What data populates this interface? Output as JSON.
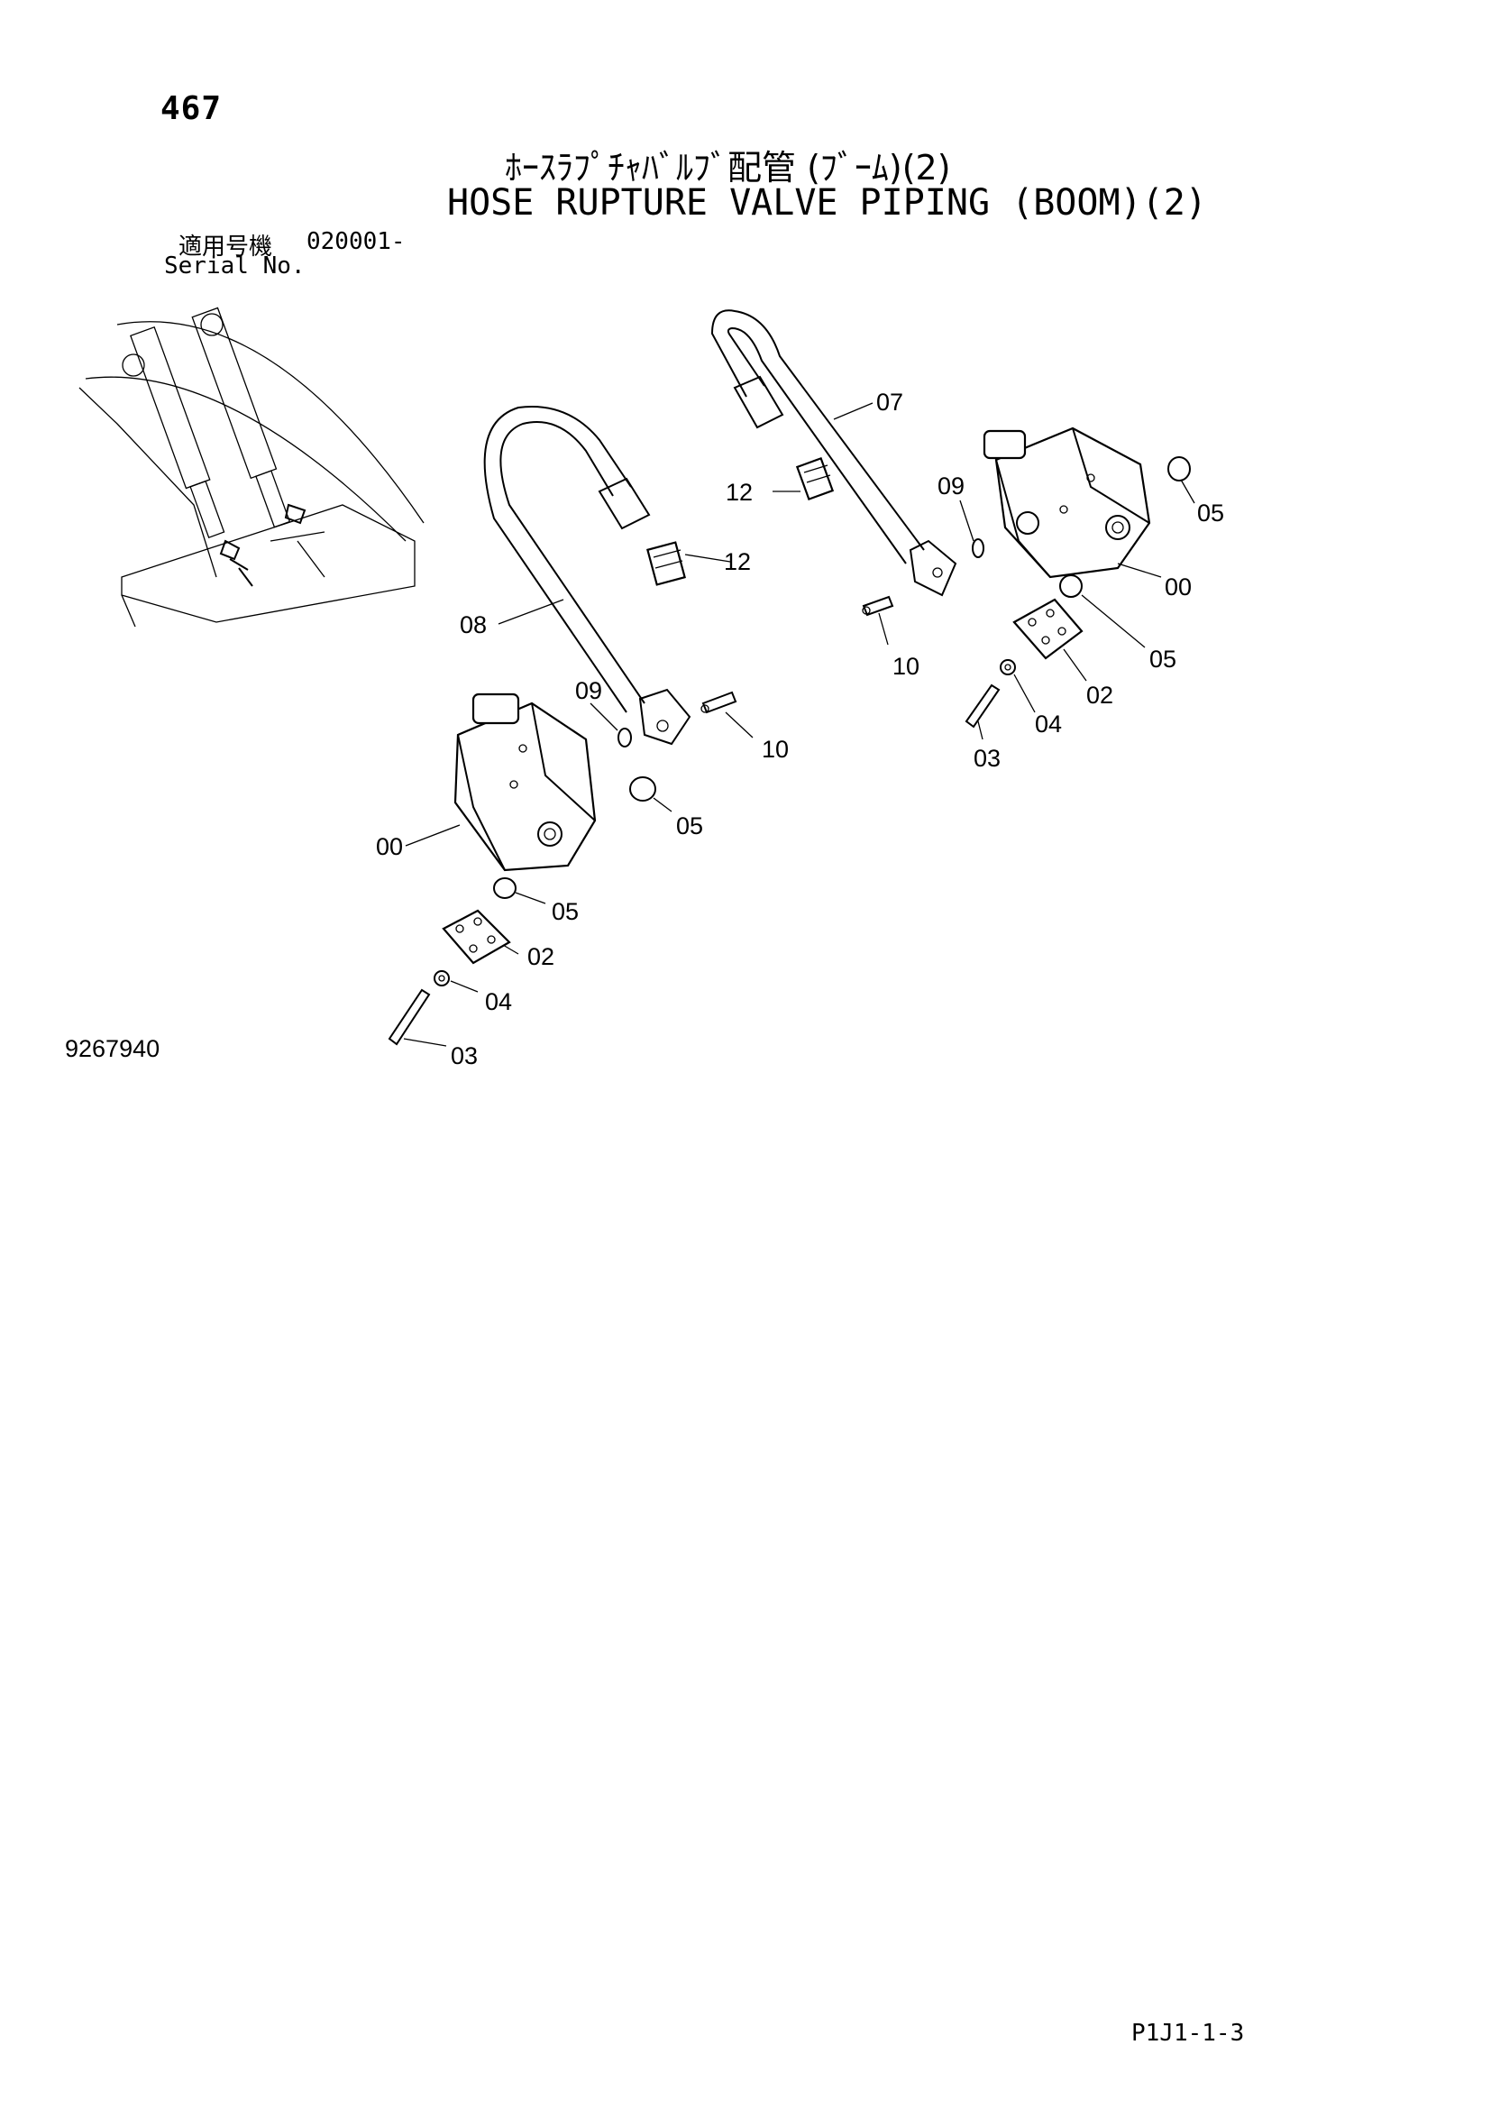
{
  "header": {
    "page_number": "467",
    "title_ja": "ﾎｰｽﾗﾌﾟﾁｬﾊﾞﾙﾌﾞ配管 (ﾌﾞｰﾑ)(2)",
    "title_en": "HOSE RUPTURE VALVE PIPING (BOOM)(2)",
    "serial_label_ja": "適用号機",
    "serial_value": "020001-",
    "serial_label_en": "Serial No."
  },
  "callouts": {
    "c07": "07",
    "c12_upper": "12",
    "c12_lower": "12",
    "c09_right": "09",
    "c05_right_top": "05",
    "c00_right": "00",
    "c05_right_mid": "05",
    "c08": "08",
    "c10_right": "10",
    "c02_right": "02",
    "c04_right": "04",
    "c03_right": "03",
    "c09_left": "09",
    "c10_left": "10",
    "c05_left_top": "05",
    "c00_left": "00",
    "c05_left_bottom": "05",
    "c02_left": "02",
    "c04_left": "04",
    "c03_left": "03"
  },
  "footer": {
    "drawing_number": "9267940",
    "page_code": "P1J1-1-3"
  }
}
